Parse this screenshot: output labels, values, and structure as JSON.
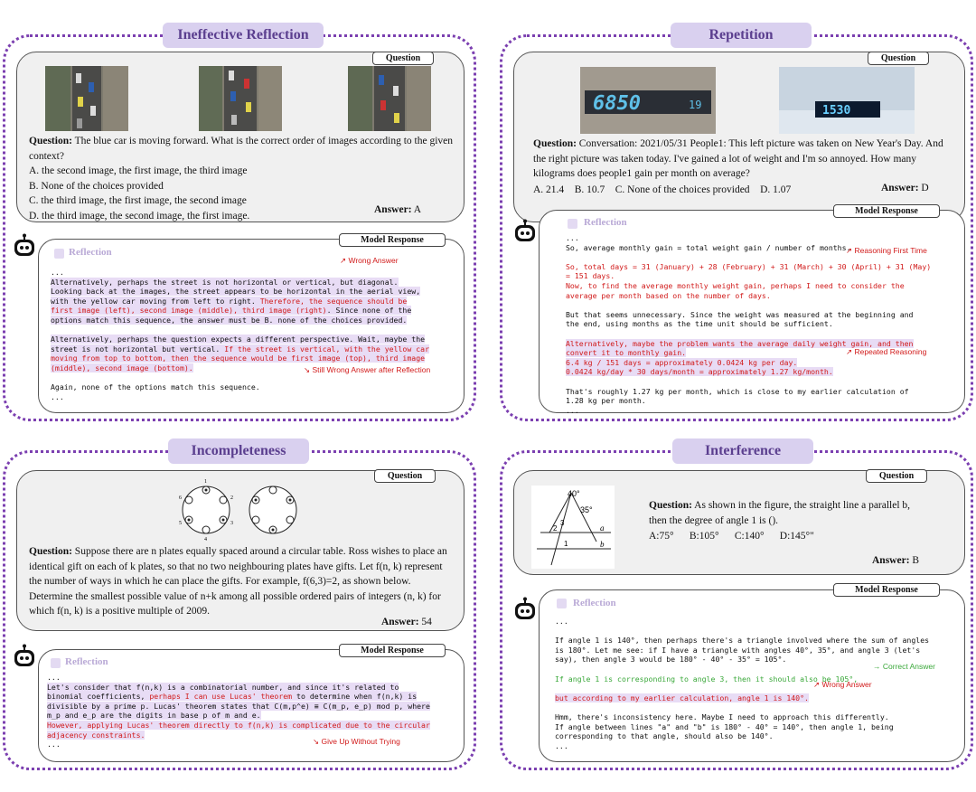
{
  "panels": {
    "p1": {
      "title": "Ineffective Reflection",
      "question_tag": "Question",
      "question_label": "Question:",
      "question": " The blue car is moving forward. What is the correct order of images according to the given context?",
      "options": [
        "A. the second image, the first image, the third image",
        "B. None of the choices provided",
        "C. the third image, the first image, the second image",
        "D. the third image, the second image, the first image."
      ],
      "answer_label": "Answer:",
      "answer": " A",
      "response_tag": "Model Response",
      "reflection": "Reflection",
      "r1": "...",
      "r2a": "Alternatively, perhaps the street is not horizontal or vertical, but diagonal.",
      "r2b": "Looking back at the images, the street appears to be horizontal in the aerial view,",
      "r2c": "with the yellow car moving from left to right. ",
      "r2c_red": "Therefore, the sequence should be",
      "r2d_red": "first image (left), second image (middle), third image (right)",
      "r2d": ". Since none of the",
      "r2e": "options match this sequence, the answer must be B. none of the choices provided.",
      "r3a": "Alternatively, perhaps the question expects a different perspective. Wait, maybe the",
      "r3b": "street is not horizontal but vertical. ",
      "r3b_red": "If the street is vertical, with the yellow car",
      "r3c_red": "moving from top to bottom, then the sequence would be first image (top), third image",
      "r3d_red": "(middle), second image (bottom).",
      "r4": "Again, none of the options match this sequence.",
      "r5": "...",
      "note1": "Wrong Answer",
      "note2": "Still Wrong Answer after Reflection"
    },
    "p2": {
      "title": "Repetition",
      "question_tag": "Question",
      "img1_text": "6850",
      "img1_small": "19",
      "img2_text": "1530",
      "question_label": "Question:",
      "question": " Conversation: 2021/05/31 People1: This left picture was taken on New Year's Day. And the right picture was taken today. I've gained a lot of weight and I'm so annoyed.  How many kilograms does people1 gain per month on average?",
      "options": [
        "A. 21.4",
        "B. 10.7",
        "C. None of the choices provided",
        "D. 1.07"
      ],
      "answer_label": "Answer:",
      "answer": " D",
      "response_tag": "Model Response",
      "reflection": "Reflection",
      "r1": "...",
      "r2": "So, average monthly gain = total weight gain / number of months.",
      "r3a_red": "So, total days = 31 (January) + 28 (February) + 31 (March) + 30 (April) + 31 (May)",
      "r3b_red": "= 151 days.",
      "r3c_red": "Now, to find the average monthly weight gain, perhaps I need to consider the",
      "r3d_red": "average per month based on the number of days.",
      "r4a": "But that seems unnecessary. Since the weight was measured at the beginning and",
      "r4b": "the end, using months as the time unit should be sufficient.",
      "r5a_red": "Alternatively, maybe the problem wants the average daily weight gain, and then",
      "r5b_red": "convert it to monthly gain.",
      "r5c_red": "6.4 kg / 151 days = approximately 0.0424 kg per day.",
      "r5d_red": "0.0424 kg/day * 30 days/month = approximately 1.27 kg/month.",
      "r6a": "That's roughly 1.27 kg per month, which is close to my earlier calculation of",
      "r6b": "1.28 kg per month.",
      "r7": "...",
      "note1": "Reasoning First Time",
      "note2": "Repeated Reasoning"
    },
    "p3": {
      "title": "Incompleteness",
      "question_tag": "Question",
      "fig_labels": [
        "1",
        "2",
        "3",
        "4",
        "5",
        "6"
      ],
      "question_label": "Question:",
      "question": " Suppose there are n plates equally spaced around a circular table. Ross wishes to place an identical gift on each of k plates, so that no two neighbouring plates have gifts. Let f(n, k) represent the number of ways in which he can place the gifts. For example, f(6,3)=2, as shown below.",
      "question2": "Determine the smallest possible value of n+k among all possible ordered pairs of integers (n, k) for which f(n, k) is a positive multiple of 2009.",
      "answer_label": "Answer:",
      "answer": " 54",
      "response_tag": "Model Response",
      "reflection": "Reflection",
      "r1": "...",
      "r2a": "Let's consider that f(n,k) is a combinatorial number, and since it's related to",
      "r2b": "binomial coefficients, ",
      "r2b_red": "perhaps I can use Lucas' theorem",
      "r2b2": " to determine when f(n,k) is",
      "r2c": "divisible by a prime p. Lucas' theorem states that C(m,p^e) ≡ C(m_p, e_p) mod p, where",
      "r2d": "m_p and e_p are the digits in base p of m and e.",
      "r3a_red": "However, applying Lucas' theorem directly to f(n,k) is complicated due to the circular",
      "r3b_red": "adjacency constraints.",
      "r4": "...",
      "note1": "Give Up Without Trying"
    },
    "p4": {
      "title": "Interference",
      "question_tag": "Question",
      "fig_labels": [
        "40°",
        "35°",
        "3",
        "2",
        "a",
        "1",
        "b"
      ],
      "question_label": "Question:",
      "question": " As shown in the figure, the straight line a parallel b, then the degree of angle 1 is ().",
      "options": [
        "A:75°",
        "B:105°",
        "C:140°",
        "D:145°\""
      ],
      "answer_label": "Answer:",
      "answer": " B",
      "response_tag": "Model Response",
      "reflection": "Reflection",
      "r1": "...",
      "r2a": "If angle 1 is 140°, then perhaps there's a triangle involved where the sum of angles",
      "r2b": "is 180°. Let me see: if I have a triangle with angles 40°, 35°, and angle 3 (let's",
      "r2c": "say), then angle 3 would be 180° - 40° - 35° = 105°.",
      "r3_green": "If angle 1 is corresponding to angle 3, then it should also be 105°,",
      "r4_red": "but according to my earlier calculation, angle 1 is 140°.",
      "r5a": "Hmm, there's inconsistency here. Maybe I need to approach this differently.",
      "r5b": "If angle between lines \"a\" and \"b\" is 180° - 40° = 140°, then angle 1, being",
      "r5c": "corresponding to that angle, should also be 140°.",
      "r6": "...",
      "note1": "Correct Answer",
      "note2": "Wrong Answer"
    }
  },
  "colors": {
    "border": "#7b3fb0",
    "title_bg": "#d9d0ef",
    "highlight": "#e8dcf5",
    "red": "#d11a1a",
    "green": "#3aa83a"
  }
}
